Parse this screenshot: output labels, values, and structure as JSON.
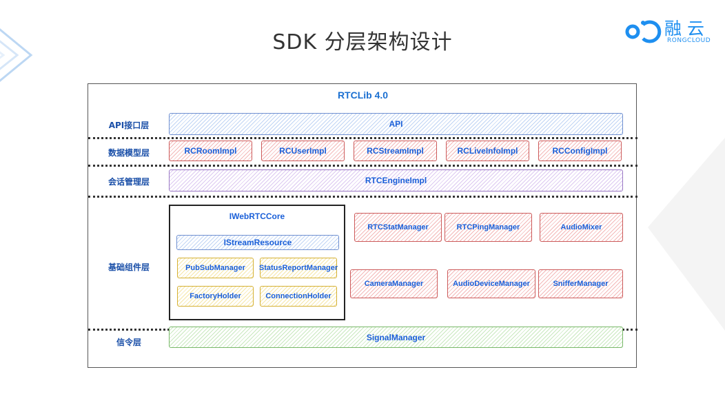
{
  "slide": {
    "title": "SDK 分层架构设计"
  },
  "logo": {
    "name": "融云",
    "sub": "RONGCLOUD",
    "icon": "rongcloud-logo-icon"
  },
  "diagram": {
    "title": "RTCLib 4.0",
    "layers": {
      "api": {
        "label": "API接口层",
        "box": "API"
      },
      "model": {
        "label": "数据模型层",
        "boxes": [
          "RCRoomImpl",
          "RCUserImpl",
          "RCStreamImpl",
          "RCLiveInfoImpl",
          "RCConfigImpl"
        ]
      },
      "session": {
        "label": "会话管理层",
        "box": "RTCEngineImpl"
      },
      "base": {
        "label": "基础组件层",
        "core": {
          "title": "IWebRTCCore",
          "stream": "IStreamResource",
          "pubsub": "PubSubManager",
          "status": "StatusReportManager",
          "factory": "FactoryHolder",
          "connection": "ConnectionHolder"
        },
        "managers": [
          "RTCStatManager",
          "RTCPingManager",
          "AudioMixer",
          "CameraManager",
          "AudioDeviceManager",
          "SnifferManager"
        ]
      },
      "signal": {
        "label": "信令层",
        "box": "SignalManager"
      }
    }
  },
  "colors": {
    "api": "#6f8fd0",
    "model": "#cc5a5a",
    "session": "#9a78c4",
    "core_inner": "#d5b032",
    "signal": "#78b868",
    "text": "#1a5fd8"
  }
}
